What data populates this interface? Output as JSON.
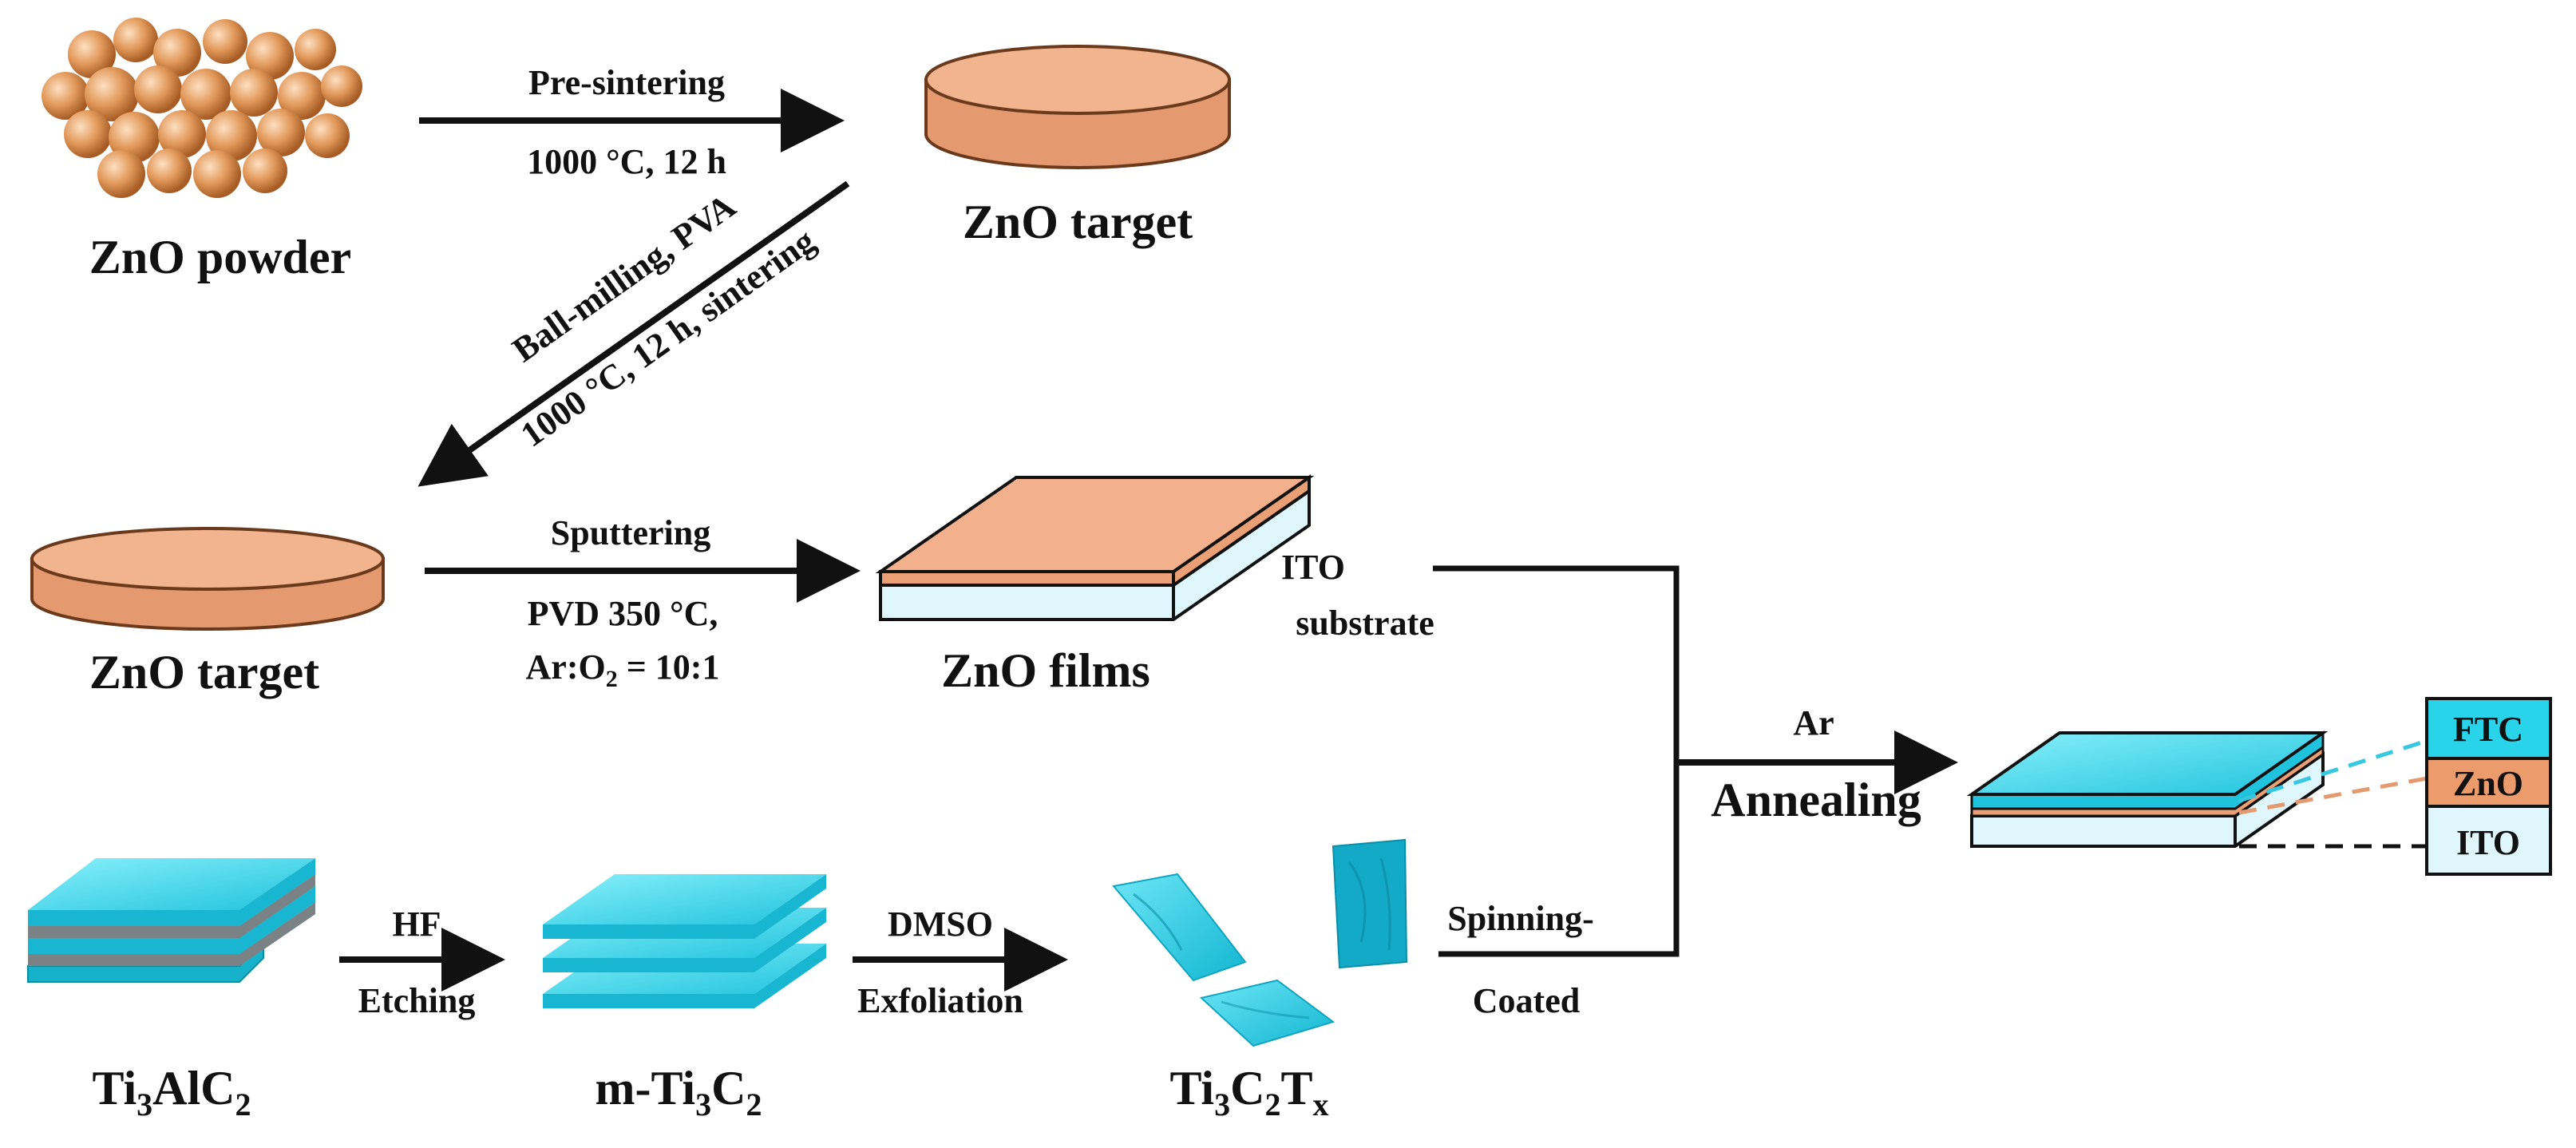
{
  "ZnO_powder": "ZnO powder",
  "ZnO_target": "ZnO target",
  "pre_sintering": "Pre-sintering",
  "pre_sintering_cond": "1000 °C, 12 h",
  "ball_milling": "Ball-milling, PVA",
  "ball_milling_cond": "1000 °C, 12 h, sintering",
  "sputtering": "Sputtering",
  "sputtering_cond_1": "PVD 350 °C,",
  "sputtering_cond_2_pre": "Ar:O",
  "sputtering_cond_2_sub": "2",
  "sputtering_cond_2_post": " = 10:1",
  "ZnO_films": "ZnO films",
  "ITO": "ITO",
  "substrate": "substrate",
  "ar": "Ar",
  "annealing": "Annealing",
  "layer_ftc": "FTC",
  "layer_zno": "ZnO",
  "layer_ito": "ITO",
  "hf": "HF",
  "etching": "Etching",
  "dmso": "DMSO",
  "exfoliation": "Exfoliation",
  "spinning": "Spinning-",
  "coated": "Coated",
  "ti3alc2": [
    "Ti",
    "3",
    "AlC",
    "2"
  ],
  "m_ti3c2": [
    "m-Ti",
    "3",
    "C",
    "2"
  ],
  "ti3c2tx": [
    "Ti",
    "3",
    "C",
    "2",
    "T",
    "x"
  ],
  "colors": {
    "zno": "#eba67f",
    "zno_edge": "#8a4a25",
    "ito": "#dff7fc",
    "ftc": "#29d3ea",
    "powder": "#d98a47"
  }
}
